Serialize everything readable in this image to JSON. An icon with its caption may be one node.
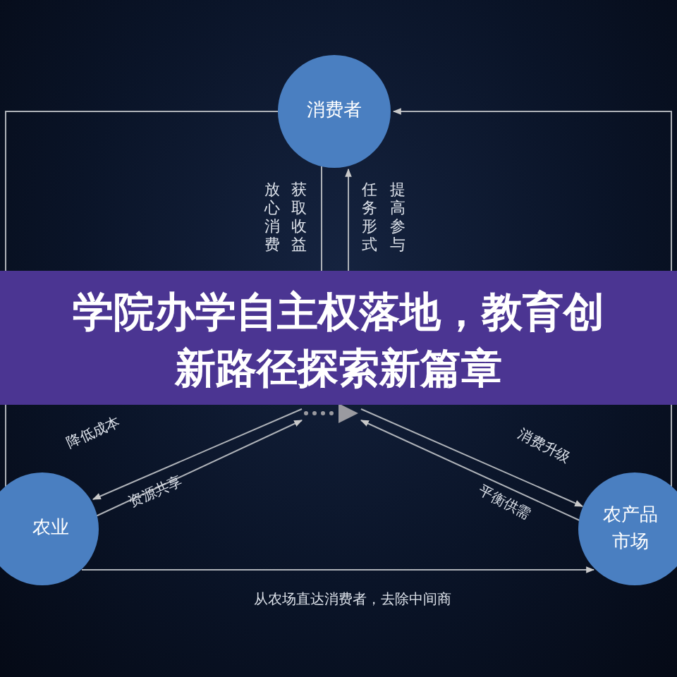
{
  "diagram": {
    "title": "学院办学自主权落地，教育创新路径探索新篇章",
    "nodes": [
      {
        "text": [
          "消费者"
        ]
      },
      {
        "text": [
          "农业"
        ]
      },
      {
        "text": [
          "农产品市场"
        ]
      },
      {
        "text": [],
        "shape": "arrow"
      }
    ],
    "edges": [
      {
        "from": 2,
        "to": 0,
        "arrow": "to"
      },
      {
        "from": 0,
        "to": 1,
        "arrow": "none"
      },
      {
        "from": 0,
        "to": 3,
        "arrow": "none"
      },
      {
        "from": 3,
        "to": 0,
        "arrow": "to"
      },
      {
        "from": 3,
        "to": 1,
        "arrow": "to",
        "label": "降低成本"
      },
      {
        "from": 1,
        "to": 3,
        "arrow": "to",
        "label": "资源共享"
      },
      {
        "from": 3,
        "to": 2,
        "arrow": "to",
        "label": "消费升级"
      },
      {
        "from": 2,
        "to": 3,
        "arrow": "to",
        "label": "平衡供需"
      },
      {
        "from": 1,
        "to": 2,
        "arrow": "to",
        "label": "从农场直达消费者，去除中间商"
      }
    ],
    "labels": [
      "放心消费",
      "获取收益",
      "任务形式",
      "提高参与"
    ]
  }
}
